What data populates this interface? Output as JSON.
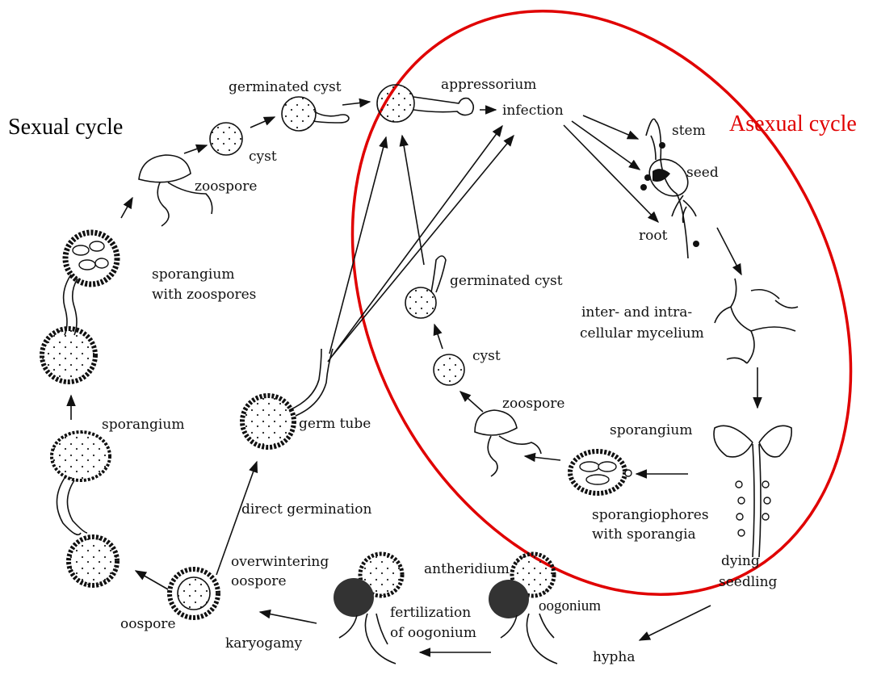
{
  "colors": {
    "line": "#111111",
    "asexual": "#e00000",
    "sexual": "#000000"
  },
  "titles": {
    "sexual": "Sexual cycle",
    "asexual": "Asexual cycle"
  },
  "labels": {
    "germinated_cyst_top": "germinated cyst",
    "cyst_top": "cyst",
    "zoospore_top": "zoospore",
    "appressorium": "appressorium",
    "infection": "infection",
    "stem": "stem",
    "seed": "seed",
    "root": "root",
    "sporangium_zoospores_1": "sporangium",
    "sporangium_zoospores_2": "with zoospores",
    "germinated_cyst_mid": "germinated cyst",
    "mycelium_1": "inter- and intra-",
    "mycelium_2": "cellular mycelium",
    "cyst_mid": "cyst",
    "zoospore_mid": "zoospore",
    "sporangium_left": "sporangium",
    "germ_tube": "germ tube",
    "sporangium_right": "sporangium",
    "direct_germination": "direct germination",
    "sporangiophores_1": "sporangiophores",
    "sporangiophores_2": "with sporangia",
    "overwintering_1": "overwintering",
    "overwintering_2": "oospore",
    "antheridium": "antheridium",
    "dying_1": "dying",
    "dying_2": "seedling",
    "oogonium": "oogonium",
    "fertilization_1": "fertilization",
    "fertilization_2": "of oogonium",
    "oospore": "oospore",
    "karyogamy": "karyogamy",
    "hypha": "hypha"
  }
}
